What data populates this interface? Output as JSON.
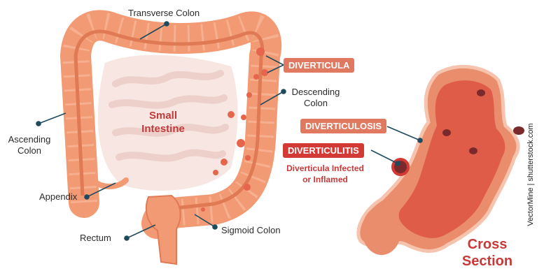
{
  "labels": {
    "transverse_colon": "Transverse Colon",
    "ascending_colon": "Ascending\nColon",
    "appendix": "Appendix",
    "rectum": "Rectum",
    "sigmoid_colon": "Sigmoid Colon",
    "descending_colon": "Descending\nColon",
    "small_intestine": "Small\nIntestine",
    "diverticula": "DIVERTICULA",
    "diverticulosis": "DIVERTICULOSIS",
    "diverticulitis": "DIVERTICULITIS",
    "diverticulitis_desc": "Diverticula Infected\nor Inflamed",
    "cross_section": "Cross\nSection",
    "credit": "VectorMine | shutterstock.com"
  },
  "colors": {
    "colon": "#f29a73",
    "colon_dark": "#e07a55",
    "small_intestine": "#f7e4e0",
    "tag_light": "#e0795f",
    "tag_red": "#d33a36",
    "text_red": "#c8393a",
    "leader_line": "#1f4a5e"
  }
}
